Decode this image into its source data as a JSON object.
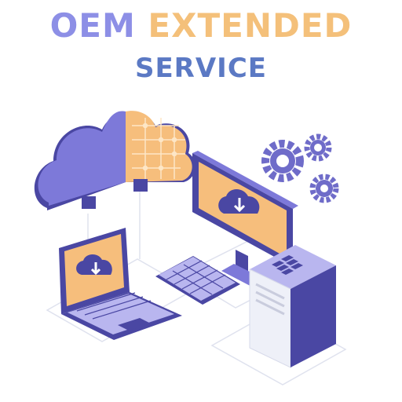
{
  "header": {
    "title_word1": "OEM",
    "title_word2": "EXTENDED",
    "subtitle": "SERVICE"
  },
  "colors": {
    "title_purple": "#8d8fe6",
    "title_orange": "#f4c07a",
    "subtitle_blue": "#5b79c4",
    "indigo": "#4a47a3",
    "violet": "#7d79d9",
    "lavender": "#b9b6ef",
    "peach": "#f6be7c",
    "light": "#eef0f8"
  },
  "illustration": {
    "icons": [
      "cloud-icon",
      "gear-icon",
      "monitor-icon",
      "laptop-icon",
      "keyboard-icon",
      "server-tower-icon",
      "download-icon"
    ]
  }
}
